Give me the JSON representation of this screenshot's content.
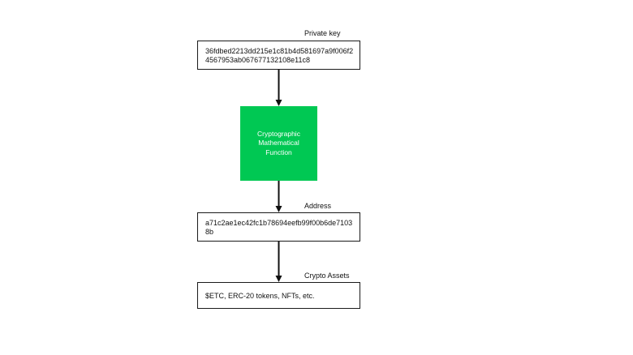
{
  "private_key": {
    "label": "Private key",
    "value_lines": [
      "36fdbed2213dd215e1c81b4d581697a9f006f2",
      "4567953ab067677132108e11c8"
    ]
  },
  "function": {
    "lines": [
      "Cryptographic",
      "Mathematical",
      "Function"
    ],
    "color": "#00c853"
  },
  "address": {
    "label": "Address",
    "value_lines": [
      "a71c2ae1ec42fc1b78694eefb99f00b6de7103",
      "8b"
    ]
  },
  "crypto_assets": {
    "label": "Crypto Assets",
    "value": "$ETC, ERC-20 tokens, NFTs, etc."
  }
}
